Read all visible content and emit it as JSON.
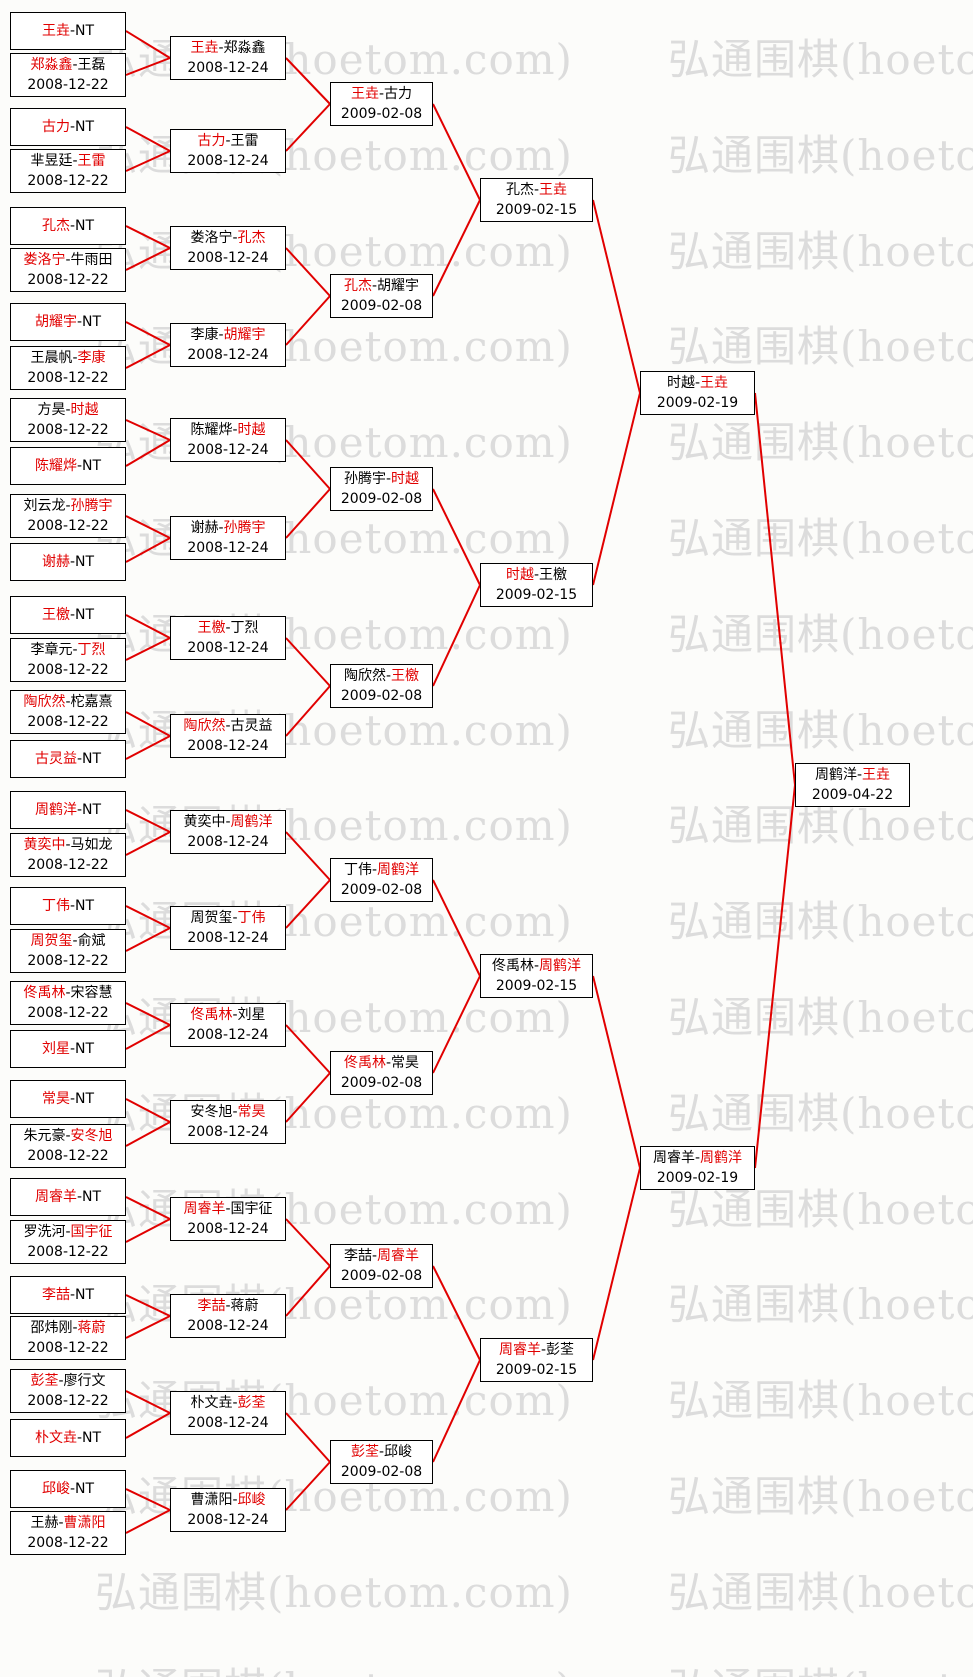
{
  "watermark": "弘通围棋(hoetom.com)",
  "separator": "-",
  "colors": {
    "winner_text": "#e10000",
    "player_text": "#000000",
    "connector_line": "#e10000",
    "box_border": "#000000",
    "watermark_text": "#dcdcdc"
  },
  "rounds": [
    {
      "matches": [
        {
          "p1": "王垚",
          "p2": "NT",
          "winner": 1,
          "date": ""
        },
        {
          "p1": "郑淼鑫",
          "p2": "王磊",
          "winner": 1,
          "date": "2008-12-22"
        },
        {
          "p1": "古力",
          "p2": "NT",
          "winner": 1,
          "date": ""
        },
        {
          "p1": "芈昱廷",
          "p2": "王雷",
          "winner": 2,
          "date": "2008-12-22"
        },
        {
          "p1": "孔杰",
          "p2": "NT",
          "winner": 1,
          "date": ""
        },
        {
          "p1": "娄洛宁",
          "p2": "牛雨田",
          "winner": 1,
          "date": "2008-12-22"
        },
        {
          "p1": "胡耀宇",
          "p2": "NT",
          "winner": 1,
          "date": ""
        },
        {
          "p1": "王晨帆",
          "p2": "李康",
          "winner": 2,
          "date": "2008-12-22"
        },
        {
          "p1": "方昊",
          "p2": "时越",
          "winner": 2,
          "date": "2008-12-22"
        },
        {
          "p1": "陈耀烨",
          "p2": "NT",
          "winner": 1,
          "date": ""
        },
        {
          "p1": "刘云龙",
          "p2": "孙腾宇",
          "winner": 2,
          "date": "2008-12-22"
        },
        {
          "p1": "谢赫",
          "p2": "NT",
          "winner": 1,
          "date": ""
        },
        {
          "p1": "王檄",
          "p2": "NT",
          "winner": 1,
          "date": ""
        },
        {
          "p1": "李章元",
          "p2": "丁烈",
          "winner": 2,
          "date": "2008-12-22"
        },
        {
          "p1": "陶欣然",
          "p2": "柁嘉熹",
          "winner": 1,
          "date": "2008-12-22"
        },
        {
          "p1": "古灵益",
          "p2": "NT",
          "winner": 1,
          "date": ""
        },
        {
          "p1": "周鹤洋",
          "p2": "NT",
          "winner": 1,
          "date": ""
        },
        {
          "p1": "黄奕中",
          "p2": "马如龙",
          "winner": 1,
          "date": "2008-12-22"
        },
        {
          "p1": "丁伟",
          "p2": "NT",
          "winner": 1,
          "date": ""
        },
        {
          "p1": "周贺玺",
          "p2": "俞斌",
          "winner": 1,
          "date": "2008-12-22"
        },
        {
          "p1": "佟禹林",
          "p2": "宋容慧",
          "winner": 1,
          "date": "2008-12-22"
        },
        {
          "p1": "刘星",
          "p2": "NT",
          "winner": 1,
          "date": ""
        },
        {
          "p1": "常昊",
          "p2": "NT",
          "winner": 1,
          "date": ""
        },
        {
          "p1": "朱元豪",
          "p2": "安冬旭",
          "winner": 2,
          "date": "2008-12-22"
        },
        {
          "p1": "周睿羊",
          "p2": "NT",
          "winner": 1,
          "date": ""
        },
        {
          "p1": "罗洗河",
          "p2": "国宇征",
          "winner": 2,
          "date": "2008-12-22"
        },
        {
          "p1": "李喆",
          "p2": "NT",
          "winner": 1,
          "date": ""
        },
        {
          "p1": "邵炜刚",
          "p2": "蒋蔚",
          "winner": 2,
          "date": "2008-12-22"
        },
        {
          "p1": "彭荃",
          "p2": "廖行文",
          "winner": 1,
          "date": "2008-12-22"
        },
        {
          "p1": "朴文垚",
          "p2": "NT",
          "winner": 1,
          "date": ""
        },
        {
          "p1": "邱峻",
          "p2": "NT",
          "winner": 1,
          "date": ""
        },
        {
          "p1": "王赫",
          "p2": "曹潇阳",
          "winner": 2,
          "date": "2008-12-22"
        }
      ]
    },
    {
      "matches": [
        {
          "p1": "王垚",
          "p2": "郑淼鑫",
          "winner": 1,
          "date": "2008-12-24"
        },
        {
          "p1": "古力",
          "p2": "王雷",
          "winner": 1,
          "date": "2008-12-24"
        },
        {
          "p1": "娄洛宁",
          "p2": "孔杰",
          "winner": 2,
          "date": "2008-12-24"
        },
        {
          "p1": "李康",
          "p2": "胡耀宇",
          "winner": 2,
          "date": "2008-12-24"
        },
        {
          "p1": "陈耀烨",
          "p2": "时越",
          "winner": 2,
          "date": "2008-12-24"
        },
        {
          "p1": "谢赫",
          "p2": "孙腾宇",
          "winner": 2,
          "date": "2008-12-24"
        },
        {
          "p1": "王檄",
          "p2": "丁烈",
          "winner": 1,
          "date": "2008-12-24"
        },
        {
          "p1": "陶欣然",
          "p2": "古灵益",
          "winner": 1,
          "date": "2008-12-24"
        },
        {
          "p1": "黄奕中",
          "p2": "周鹤洋",
          "winner": 2,
          "date": "2008-12-24"
        },
        {
          "p1": "周贺玺",
          "p2": "丁伟",
          "winner": 2,
          "date": "2008-12-24"
        },
        {
          "p1": "佟禹林",
          "p2": "刘星",
          "winner": 1,
          "date": "2008-12-24"
        },
        {
          "p1": "安冬旭",
          "p2": "常昊",
          "winner": 2,
          "date": "2008-12-24"
        },
        {
          "p1": "周睿羊",
          "p2": "国宇征",
          "winner": 1,
          "date": "2008-12-24"
        },
        {
          "p1": "李喆",
          "p2": "蒋蔚",
          "winner": 1,
          "date": "2008-12-24"
        },
        {
          "p1": "朴文垚",
          "p2": "彭荃",
          "winner": 2,
          "date": "2008-12-24"
        },
        {
          "p1": "曹潇阳",
          "p2": "邱峻",
          "winner": 2,
          "date": "2008-12-24"
        }
      ]
    },
    {
      "matches": [
        {
          "p1": "王垚",
          "p2": "古力",
          "winner": 1,
          "date": "2009-02-08"
        },
        {
          "p1": "孔杰",
          "p2": "胡耀宇",
          "winner": 1,
          "date": "2009-02-08"
        },
        {
          "p1": "孙腾宇",
          "p2": "时越",
          "winner": 2,
          "date": "2009-02-08"
        },
        {
          "p1": "陶欣然",
          "p2": "王檄",
          "winner": 2,
          "date": "2009-02-08"
        },
        {
          "p1": "丁伟",
          "p2": "周鹤洋",
          "winner": 2,
          "date": "2009-02-08"
        },
        {
          "p1": "佟禹林",
          "p2": "常昊",
          "winner": 1,
          "date": "2009-02-08"
        },
        {
          "p1": "李喆",
          "p2": "周睿羊",
          "winner": 2,
          "date": "2009-02-08"
        },
        {
          "p1": "彭荃",
          "p2": "邱峻",
          "winner": 1,
          "date": "2009-02-08"
        }
      ]
    },
    {
      "matches": [
        {
          "p1": "孔杰",
          "p2": "王垚",
          "winner": 2,
          "date": "2009-02-15"
        },
        {
          "p1": "时越",
          "p2": "王檄",
          "winner": 1,
          "date": "2009-02-15"
        },
        {
          "p1": "佟禹林",
          "p2": "周鹤洋",
          "winner": 2,
          "date": "2009-02-15"
        },
        {
          "p1": "周睿羊",
          "p2": "彭荃",
          "winner": 1,
          "date": "2009-02-15"
        }
      ]
    },
    {
      "matches": [
        {
          "p1": "时越",
          "p2": "王垚",
          "winner": 2,
          "date": "2009-02-19"
        },
        {
          "p1": "周睿羊",
          "p2": "周鹤洋",
          "winner": 2,
          "date": "2009-02-19"
        }
      ]
    },
    {
      "matches": [
        {
          "p1": "周鹤洋",
          "p2": "王垚",
          "winner": 2,
          "date": "2009-04-22"
        }
      ]
    }
  ]
}
